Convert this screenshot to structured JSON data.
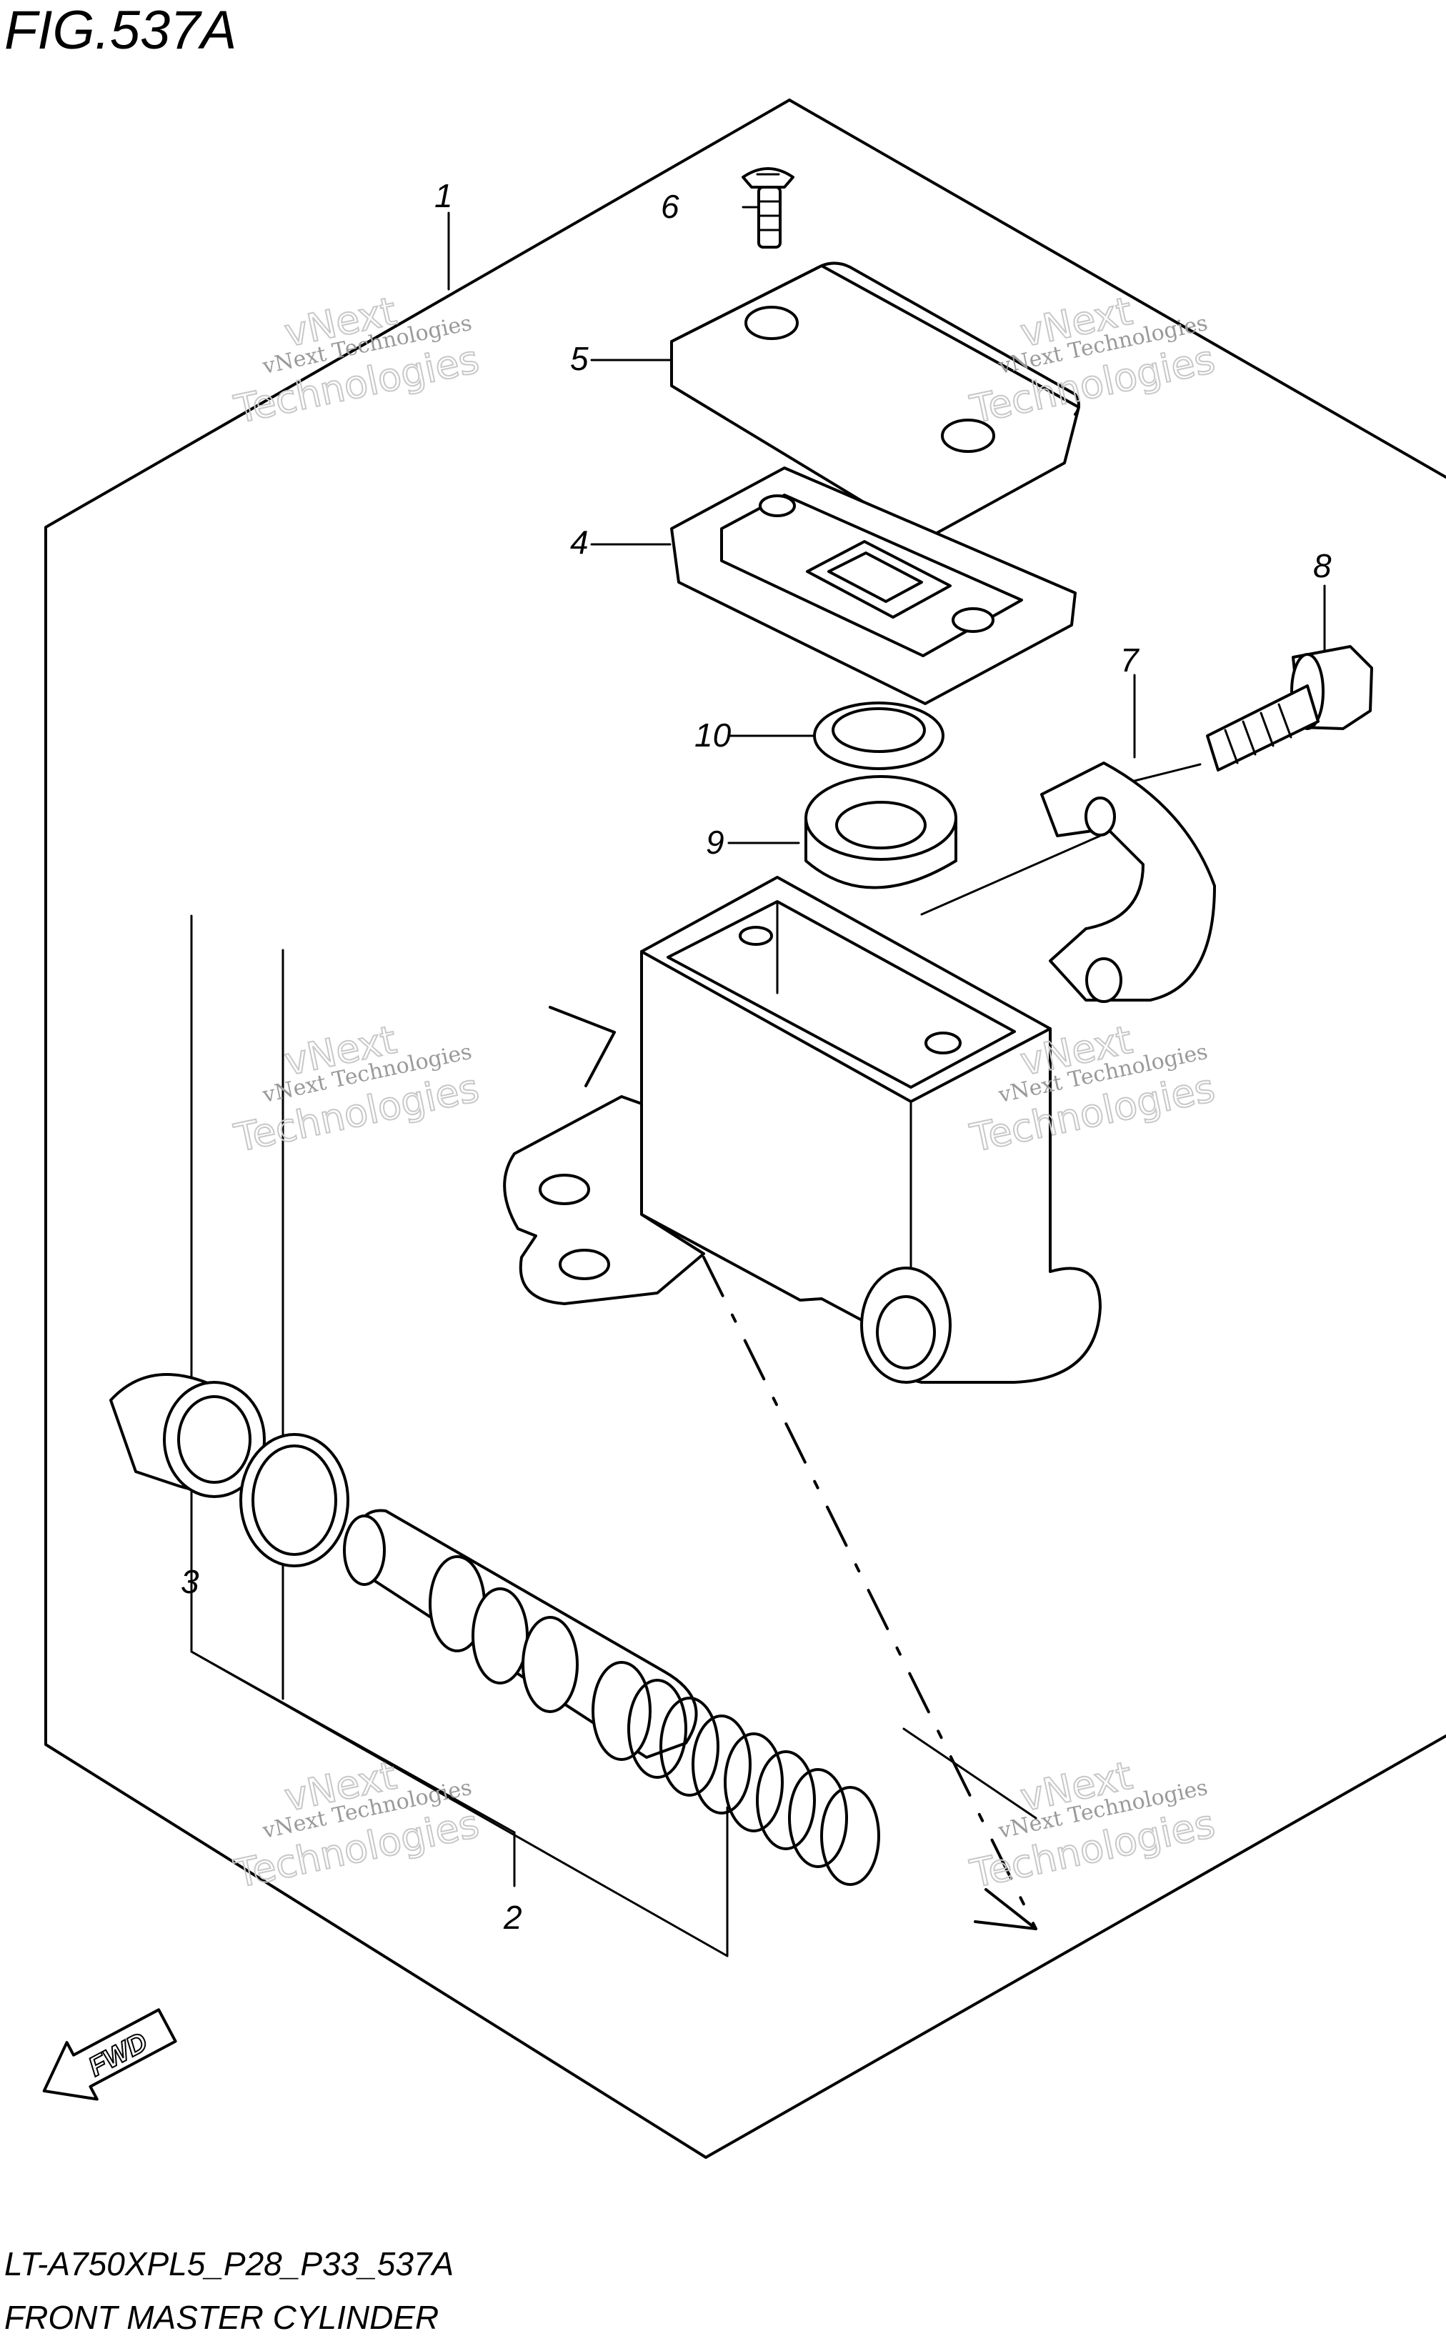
{
  "figure": {
    "title": "FIG.537A",
    "code": "LT-A750XPL5_P28_P33_537A",
    "name": "FRONT MASTER CYLINDER",
    "direction_label": "FWD"
  },
  "callouts": [
    {
      "id": "c1",
      "label": "1"
    },
    {
      "id": "c2",
      "label": "2"
    },
    {
      "id": "c3",
      "label": "3"
    },
    {
      "id": "c4",
      "label": "4"
    },
    {
      "id": "c5",
      "label": "5"
    },
    {
      "id": "c6",
      "label": "6"
    },
    {
      "id": "c7",
      "label": "7"
    },
    {
      "id": "c8",
      "label": "8"
    },
    {
      "id": "c9",
      "label": "9"
    },
    {
      "id": "c10",
      "label": "10"
    }
  ],
  "watermark": {
    "line1": "vNext Technologies",
    "line2": "vNext",
    "line3": "Technologies"
  }
}
